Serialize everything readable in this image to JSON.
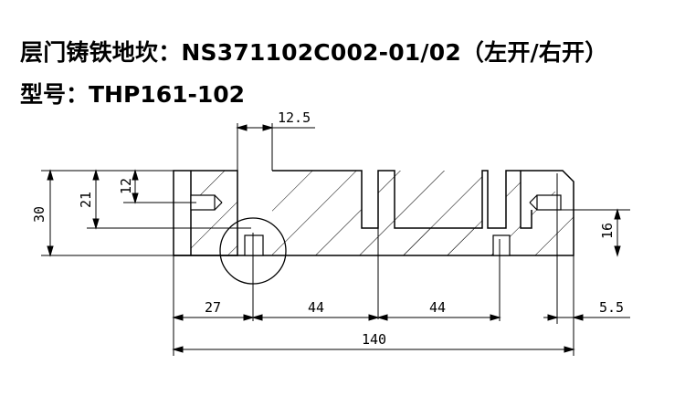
{
  "title_line1": "层门铸铁地坎：NS371102C002-01/02（左开/右开）",
  "title_line2": "型号：THP161-102",
  "dimensions": {
    "top_slot_width": "12.5",
    "height_total": "30",
    "height_slot": "21",
    "hole_center_left": "12",
    "hole_center_right": "16",
    "left_offset": "27",
    "spacing_a": "44",
    "spacing_b": "44",
    "right_offset": "5.5",
    "overall_length": "140"
  }
}
